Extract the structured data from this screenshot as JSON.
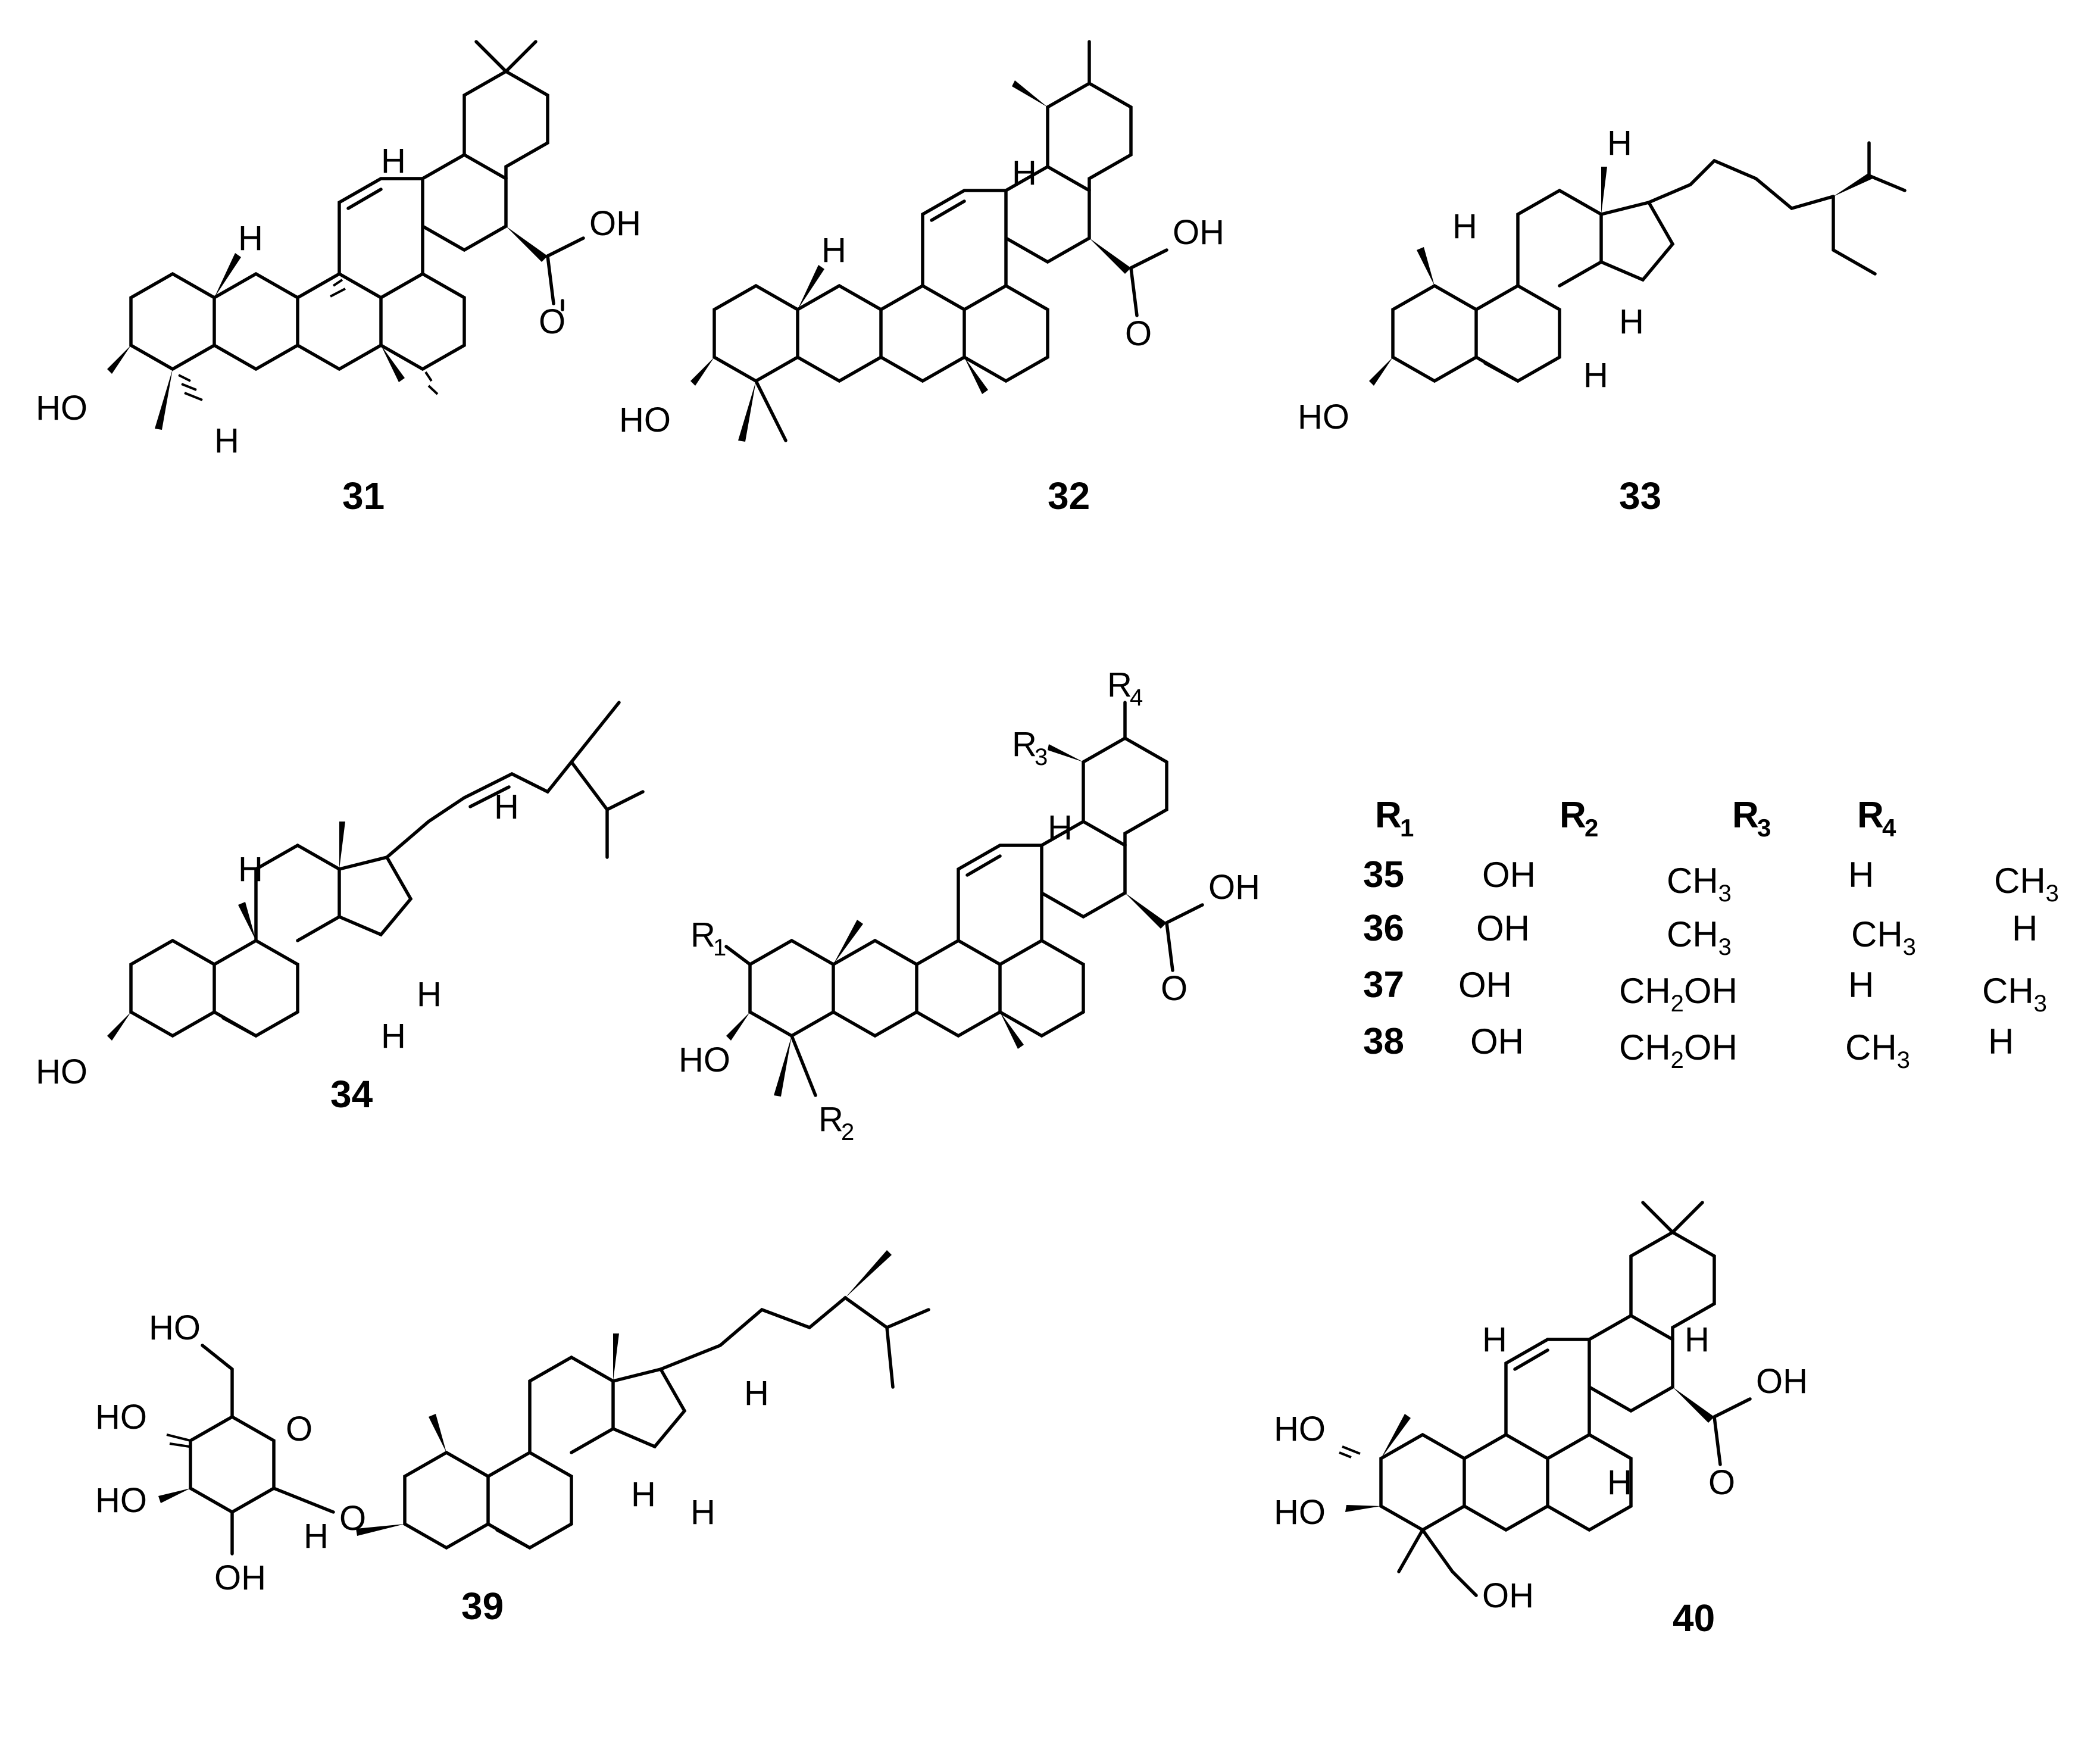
{
  "compound_labels": [
    "31",
    "32",
    "33",
    "34",
    "39",
    "40"
  ],
  "substituent_table": {
    "headers": [
      {
        "base": "R",
        "sub": "1"
      },
      {
        "base": "R",
        "sub": "2"
      },
      {
        "base": "R",
        "sub": "3"
      },
      {
        "base": "R",
        "sub": "4"
      }
    ],
    "rows": [
      {
        "id": "35",
        "r1": "OH",
        "r2": [
          "CH",
          "3",
          ""
        ],
        "r3": [
          "H",
          "",
          ""
        ],
        "r4": [
          "CH",
          "3",
          ""
        ]
      },
      {
        "id": "36",
        "r1": "OH",
        "r2": [
          "CH",
          "3",
          ""
        ],
        "r3": [
          "CH",
          "3",
          ""
        ],
        "r4": [
          "H",
          "",
          ""
        ]
      },
      {
        "id": "37",
        "r1": "OH",
        "r2": [
          "CH",
          "2",
          "OH"
        ],
        "r3": [
          "H",
          "",
          ""
        ],
        "r4": [
          "CH",
          "3",
          ""
        ]
      },
      {
        "id": "38",
        "r1": "OH",
        "r2": [
          "CH",
          "2",
          "OH"
        ],
        "r3": [
          "CH",
          "3",
          ""
        ],
        "r4": [
          "H",
          "",
          ""
        ]
      }
    ]
  },
  "atom_labels": {
    "OH": "OH",
    "HO": "HO",
    "O": "O",
    "H": "H",
    "R": "R",
    "r_subs": [
      "1",
      "2",
      "3",
      "4"
    ]
  }
}
